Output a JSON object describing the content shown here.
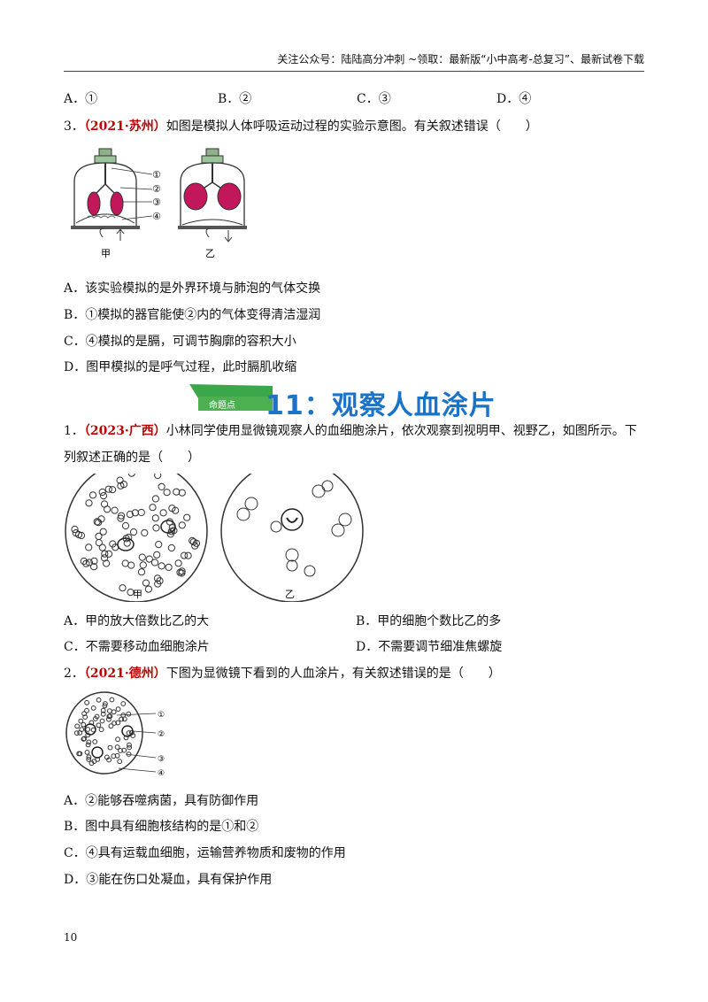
{
  "header": {
    "text": "关注公众号：陆陆高分冲刺  ~领取：最新版“小中高考-总复习”、最新试卷下载"
  },
  "prev_options": {
    "a": "A．①",
    "b": "B．②",
    "c": "C．③",
    "d": "D．④"
  },
  "q3": {
    "num": "3．",
    "src": "（2021·苏州）",
    "stem": "如图是模拟人体呼吸运动过程的实验示意图。有关叙述错误（　　）",
    "fig_labels": {
      "jia": "甲",
      "yi": "乙",
      "m1": "①",
      "m2": "②",
      "m3": "③",
      "m4": "④"
    },
    "options": [
      "A．该实验模拟的是外界环境与肺泡的气体交换",
      "B．①模拟的器官能使②内的气体变得清洁湿润",
      "C．④模拟的是膈，可调节胸廓的容积大小",
      "D．图甲模拟的是呼气过程，此时膈肌收缩"
    ]
  },
  "section": {
    "banner_text": "命题点",
    "title": "11：观察人血涂片"
  },
  "q1": {
    "num": "1．",
    "src": "（2023·广西）",
    "stem_line1": "小林同学使用显微镜观察人的血细胞涂片，依次观察到视明甲、视野乙，如图所示。下",
    "stem_line2": "列叙述正确的是（　　）",
    "fig_labels": {
      "jia": "甲",
      "yi": "乙"
    },
    "options": [
      "A．甲的放大倍数比乙的大",
      "B．甲的细胞个数比乙的多",
      "C．不需要移动血细胞涂片",
      "D．不需要调节细准焦螺旋"
    ]
  },
  "q2": {
    "num": "2．",
    "src": "（2021·德州）",
    "stem": "下图为显微镜下看到的人血涂片，有关叙述错误的是（　　）",
    "fig_labels": {
      "m1": "①",
      "m2": "②",
      "m3": "③",
      "m4": "④"
    },
    "options": [
      "A．②能够吞噬病菌，具有防御作用",
      "B．图中具有细胞核结构的是①和②",
      "C．④具有运载血细胞，运输营养物质和废物的作用",
      "D．③能在伤口处凝血，具有保护作用"
    ]
  },
  "page_number": "10"
}
